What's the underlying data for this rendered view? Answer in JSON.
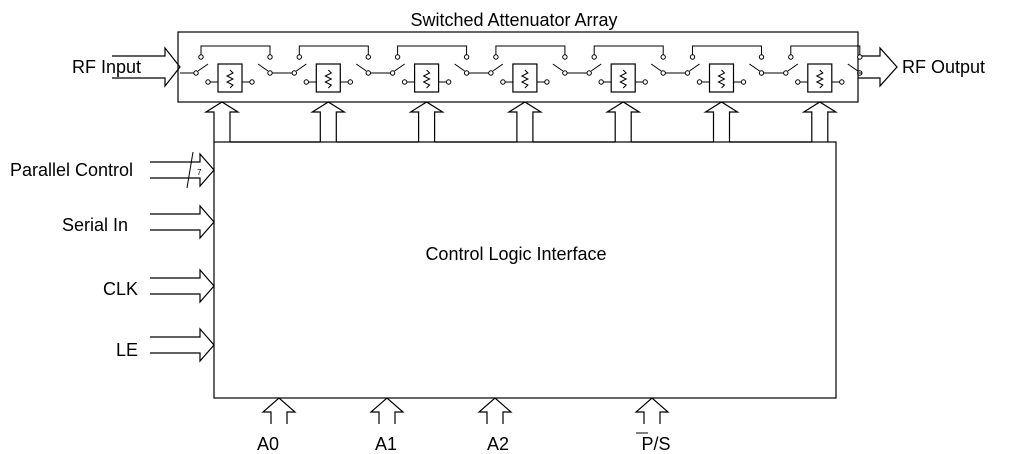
{
  "title": "Switched Attenuator Array",
  "rf_input": "RF Input",
  "rf_output": "RF Output",
  "control_block_label": "Control Logic Interface",
  "inputs": {
    "parallel_control": "Parallel Control",
    "parallel_bus_width": "7",
    "serial_in": "Serial In",
    "clk": "CLK",
    "le": "LE"
  },
  "address_inputs": [
    "A0",
    "A1",
    "A2"
  ],
  "ps_label": "P/S",
  "attenuator_stages": 7
}
